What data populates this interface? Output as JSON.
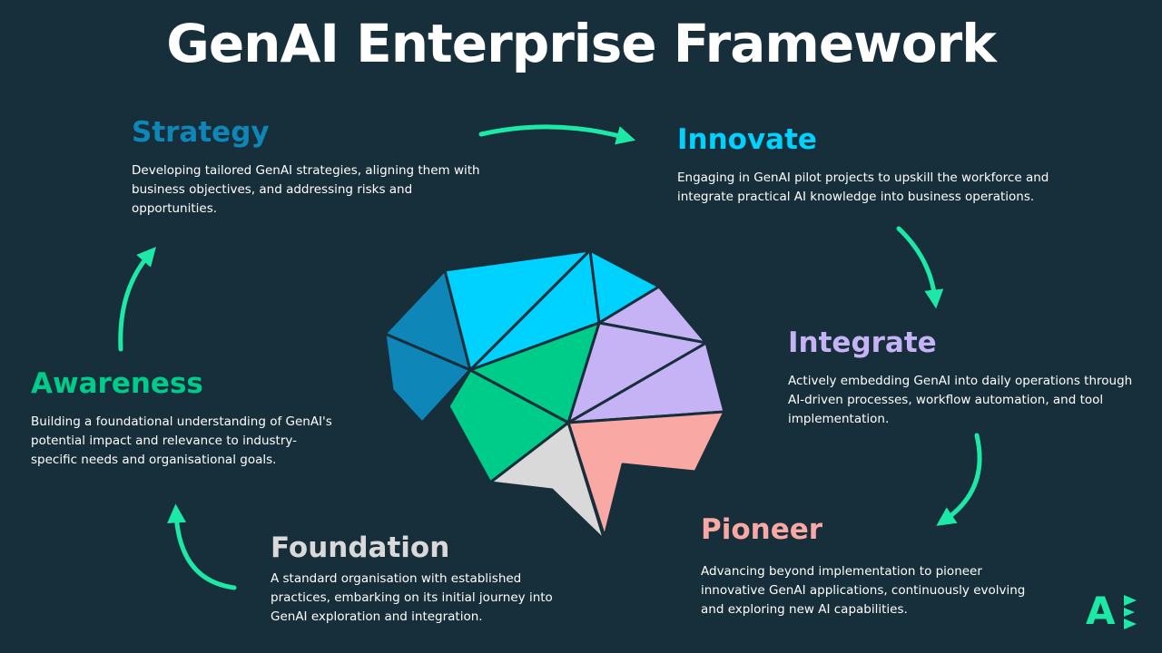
{
  "title": "GenAI Enterprise Framework",
  "colors": {
    "background": "#172e3b",
    "arrow": "#1de9a6",
    "strategy": "#0e86b8",
    "innovate": "#00d2ff",
    "integrate": "#c5b3f5",
    "pioneer": "#f9a8a4",
    "foundation": "#d9d9d9",
    "awareness": "#00cc8a"
  },
  "stages": {
    "strategy": {
      "heading": "Strategy",
      "description": "Developing tailored GenAI strategies, aligning them with business objectives, and addressing risks and opportunities."
    },
    "innovate": {
      "heading": "Innovate",
      "description": "Engaging in GenAI pilot projects to upskill the workforce and integrate practical AI knowledge into business operations."
    },
    "integrate": {
      "heading": "Integrate",
      "description": "Actively embedding GenAI into daily operations through AI-driven processes, workflow automation, and tool implementation."
    },
    "pioneer": {
      "heading": "Pioneer",
      "description": "Advancing beyond implementation to pioneer innovative GenAI applications, continuously evolving and exploring new AI capabilities."
    },
    "foundation": {
      "heading": "Foundation",
      "description": "A standard organisation with established practices, embarking on its initial journey into GenAI exploration and integration."
    },
    "awareness": {
      "heading": "Awareness",
      "description": "Building a foundational understanding of GenAI's potential impact and relevance to industry-specific needs and organisational goals."
    }
  },
  "logo": {
    "icon": "brand-a-logo-icon",
    "text": "A"
  }
}
